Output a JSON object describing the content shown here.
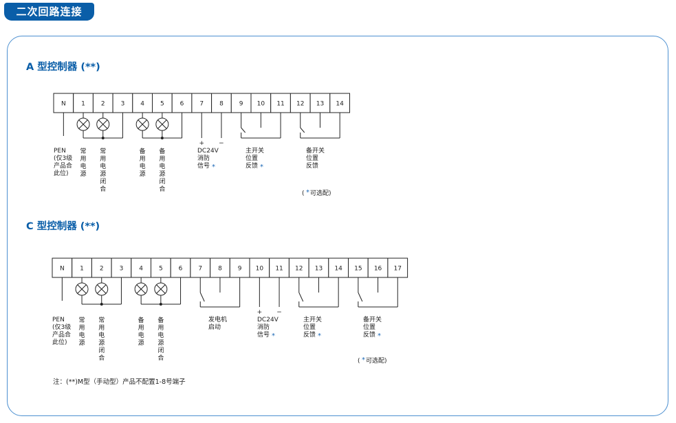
{
  "header": {
    "tab_title": "二次回路连接"
  },
  "note": "注：(**)M型（手动型）产品不配置1-8号端子",
  "colors": {
    "brand": "#0a5ea8",
    "panel_border": "#4b8fd0",
    "line": "#222222",
    "star": "#1b67b5"
  },
  "controllers": [
    {
      "id": "a",
      "title": "A 型控制器 (**)",
      "terminals": [
        "N",
        "1",
        "2",
        "3",
        "4",
        "5",
        "6",
        "7",
        "8",
        "9",
        "10",
        "11",
        "12",
        "13",
        "14"
      ],
      "labels": {
        "pen": [
          "PEN",
          "(仅3级",
          "产品合",
          "此位)"
        ],
        "main_power": "常用电源",
        "main_close": "常用电源闭合",
        "backup_power": "备用电源",
        "backup_close": "备用电源闭合",
        "dc24v": [
          "DC24V",
          "消防",
          "信号"
        ],
        "main_switch": [
          "主开关",
          "位置",
          "反馈"
        ],
        "backup_switch": [
          "备开关",
          "位置",
          "反馈"
        ],
        "optional": "(",
        "optional_text": "可选配)",
        "star": "*",
        "plus": "+",
        "minus": "−"
      }
    },
    {
      "id": "c",
      "title": "C 型控制器 (**)",
      "terminals": [
        "N",
        "1",
        "2",
        "3",
        "4",
        "5",
        "6",
        "7",
        "8",
        "9",
        "10",
        "11",
        "12",
        "13",
        "14",
        "15",
        "16",
        "17"
      ],
      "labels": {
        "pen": [
          "PEN",
          "(仅3级",
          "产品合",
          "此位)"
        ],
        "main_power": "常用电源",
        "main_close": "常用电源闭合",
        "backup_power": "备用电源",
        "backup_close": "备用电源闭合",
        "generator": [
          "发电机",
          "启动"
        ],
        "dc24v": [
          "DC24V",
          "消防",
          "信号"
        ],
        "main_switch": [
          "主开关",
          "位置",
          "反馈"
        ],
        "backup_switch": [
          "备开关",
          "位置",
          "反馈"
        ],
        "optional": "(",
        "optional_text": "可选配)",
        "star": "*",
        "plus": "+",
        "minus": "−"
      }
    }
  ]
}
